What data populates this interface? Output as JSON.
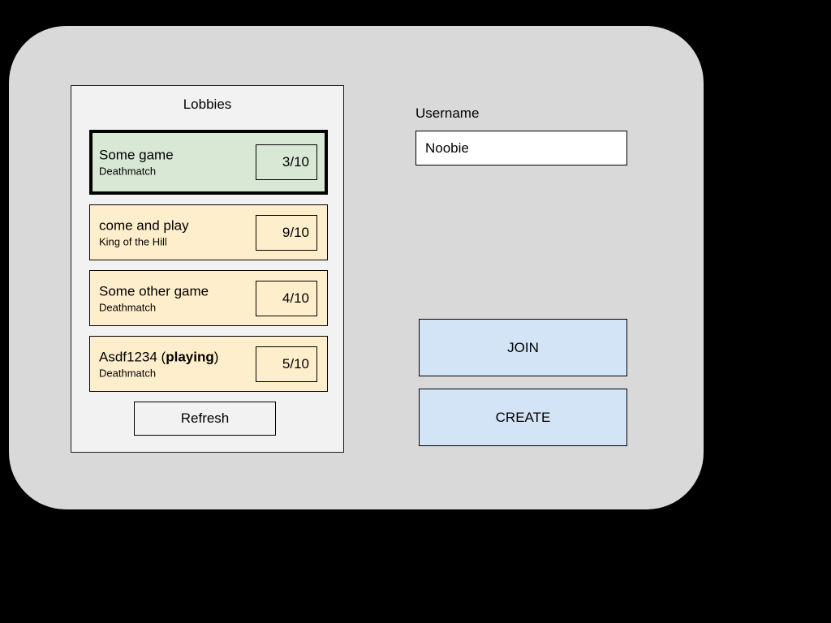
{
  "window": {
    "background_color": "#d9d9d9",
    "canvas_color": "#000000"
  },
  "lobbies_panel": {
    "title": "Lobbies",
    "background_color": "#f2f2f2",
    "items": [
      {
        "name": "Some game",
        "name_prefix": "Some game",
        "name_bold": "",
        "name_suffix": "",
        "mode": "Deathmatch",
        "count": "3/10",
        "selected": true,
        "color": "#d8e8d4"
      },
      {
        "name": "come and play",
        "name_prefix": "come and play",
        "name_bold": "",
        "name_suffix": "",
        "mode": "King of the Hill",
        "count": "9/10",
        "selected": false,
        "color": "#ffeecc"
      },
      {
        "name": "Some other game",
        "name_prefix": "Some other game",
        "name_bold": "",
        "name_suffix": "",
        "mode": "Deathmatch",
        "count": "4/10",
        "selected": false,
        "color": "#ffeecc"
      },
      {
        "name": "Asdf1234 (playing)",
        "name_prefix": "Asdf1234 (",
        "name_bold": "playing",
        "name_suffix": ")",
        "mode": "Deathmatch",
        "count": "5/10",
        "selected": false,
        "color": "#ffeecc"
      }
    ],
    "refresh_label": "Refresh"
  },
  "right_panel": {
    "username_label": "Username",
    "username_value": "Noobie",
    "username_placeholder": "Username",
    "join_label": "JOIN",
    "create_label": "CREATE",
    "button_color": "#d4e4f7"
  }
}
